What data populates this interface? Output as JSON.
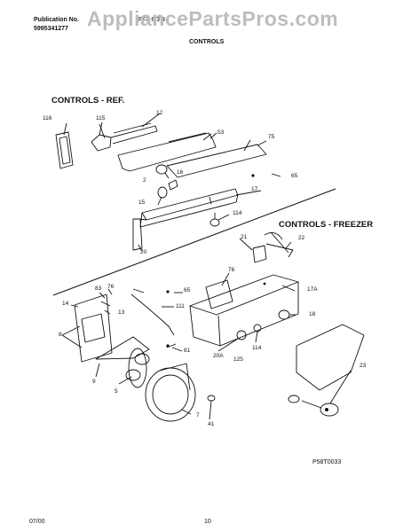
{
  "header": {
    "publication_label": "Publication No.",
    "model_fragment": "FF3 6 3 4",
    "publication_number": "5995341277",
    "watermark": "AppliancePartsPros.com",
    "section_title": "CONTROLS"
  },
  "diagram": {
    "heading_ref": "CONTROLS - REF.",
    "heading_freezer": "CONTROLS - FREEZER",
    "figure_code": "P58T0033",
    "part_labels": {
      "p116": "116",
      "p115": "115",
      "p12": "12",
      "p53": "53",
      "p75": "75",
      "p2": "2",
      "p16": "16",
      "p65a": "65",
      "p15": "15",
      "p17": "17",
      "p114a": "114",
      "p20": "20",
      "p21": "21",
      "p22": "22",
      "p76a": "76",
      "p83": "83",
      "p76b": "76",
      "p65b": "65",
      "p17a": "17A",
      "p14": "14",
      "p13": "13",
      "p111": "111",
      "p18": "18",
      "p8": "8",
      "p81": "81",
      "p20a": "20A",
      "p125": "125",
      "p114b": "114",
      "p9": "9",
      "p5": "5",
      "p23": "23",
      "p7": "7",
      "p41": "41"
    }
  },
  "footer": {
    "date": "07/00",
    "page_number": "10"
  }
}
